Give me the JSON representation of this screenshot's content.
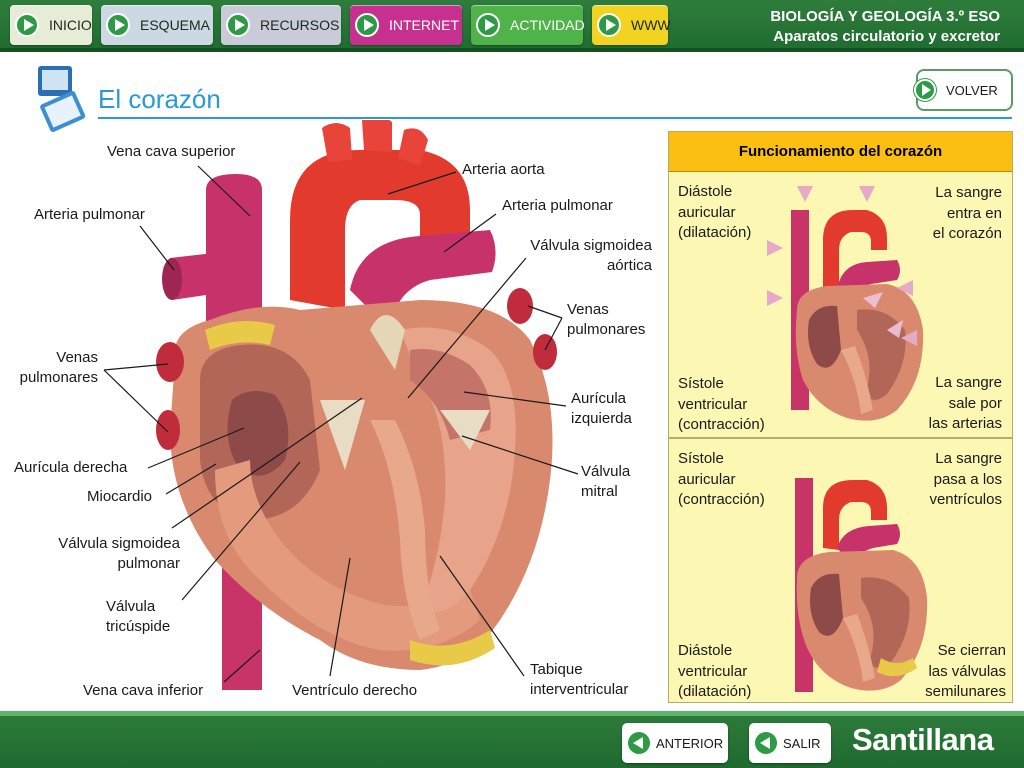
{
  "nav": {
    "items": [
      {
        "label": "INICIO",
        "color": "#e6ecd6"
      },
      {
        "label": "ESQUEMA",
        "color": "#cdd9e2"
      },
      {
        "label": "RECURSOS",
        "color": "#c9ccd8"
      },
      {
        "label": "INTERNET",
        "color": "#c6318f"
      },
      {
        "label": "ACTIVIDAD",
        "color": "#4fb34a"
      },
      {
        "label": "WWW",
        "color": "#f2d321"
      }
    ]
  },
  "course": {
    "line1": "BIOLOGÍA Y GEOLOGÍA 3.º ESO",
    "line2": "Aparatos circulatorio y excretor"
  },
  "page": {
    "title": "El corazón",
    "back_label": "VOLVER"
  },
  "diagram": {
    "labels": {
      "vena_cava_superior": "Vena cava superior",
      "arteria_aorta": "Arteria aorta",
      "arteria_pulmonar_left": "Arteria pulmonar",
      "arteria_pulmonar_right": "Arteria pulmonar",
      "valvula_sigmoidea_aortica_1": "Válvula sigmoidea",
      "valvula_sigmoidea_aortica_2": "aórtica",
      "venas_pulmonares_right_1": "Venas",
      "venas_pulmonares_right_2": "pulmonares",
      "venas_pulmonares_left_1": "Venas",
      "venas_pulmonares_left_2": "pulmonares",
      "auricula_izquierda_1": "Aurícula",
      "auricula_izquierda_2": "izquierda",
      "auricula_derecha": "Aurícula derecha",
      "miocardio": "Miocardio",
      "valvula_mitral_1": "Válvula",
      "valvula_mitral_2": "mitral",
      "valvula_sigmoidea_pulmonar_1": "Válvula sigmoidea",
      "valvula_sigmoidea_pulmonar_2": "pulmonar",
      "valvula_tricuspide_1": "Válvula",
      "valvula_tricuspide_2": "tricúspide",
      "vena_cava_inferior": "Vena cava inferior",
      "ventriculo_derecho": "Ventrículo derecho",
      "tabique_1": "Tabique",
      "tabique_2": "interventricular"
    }
  },
  "panel": {
    "title": "Funcionamiento del corazón",
    "upper": {
      "left_top": [
        "Diástole",
        "auricular",
        "(dilatación)"
      ],
      "right_top": [
        "La sangre",
        "entra en",
        "el corazón"
      ],
      "left_bottom": [
        "Sístole",
        "ventricular",
        "(contracción)"
      ],
      "right_bottom": [
        "La sangre",
        "sale por",
        "las arterias"
      ]
    },
    "lower": {
      "left_top": [
        "Sístole",
        "auricular",
        "(contracción)"
      ],
      "right_top": [
        "La sangre",
        "pasa a los",
        "ventrículos"
      ],
      "left_bottom": [
        "Diástole",
        "ventricular",
        "(dilatación)"
      ],
      "right_bottom": [
        "Se cierran",
        "las válvulas",
        "semilunares"
      ]
    }
  },
  "footer": {
    "prev_label": "ANTERIOR",
    "exit_label": "SALIR",
    "brand": "Santillana"
  }
}
